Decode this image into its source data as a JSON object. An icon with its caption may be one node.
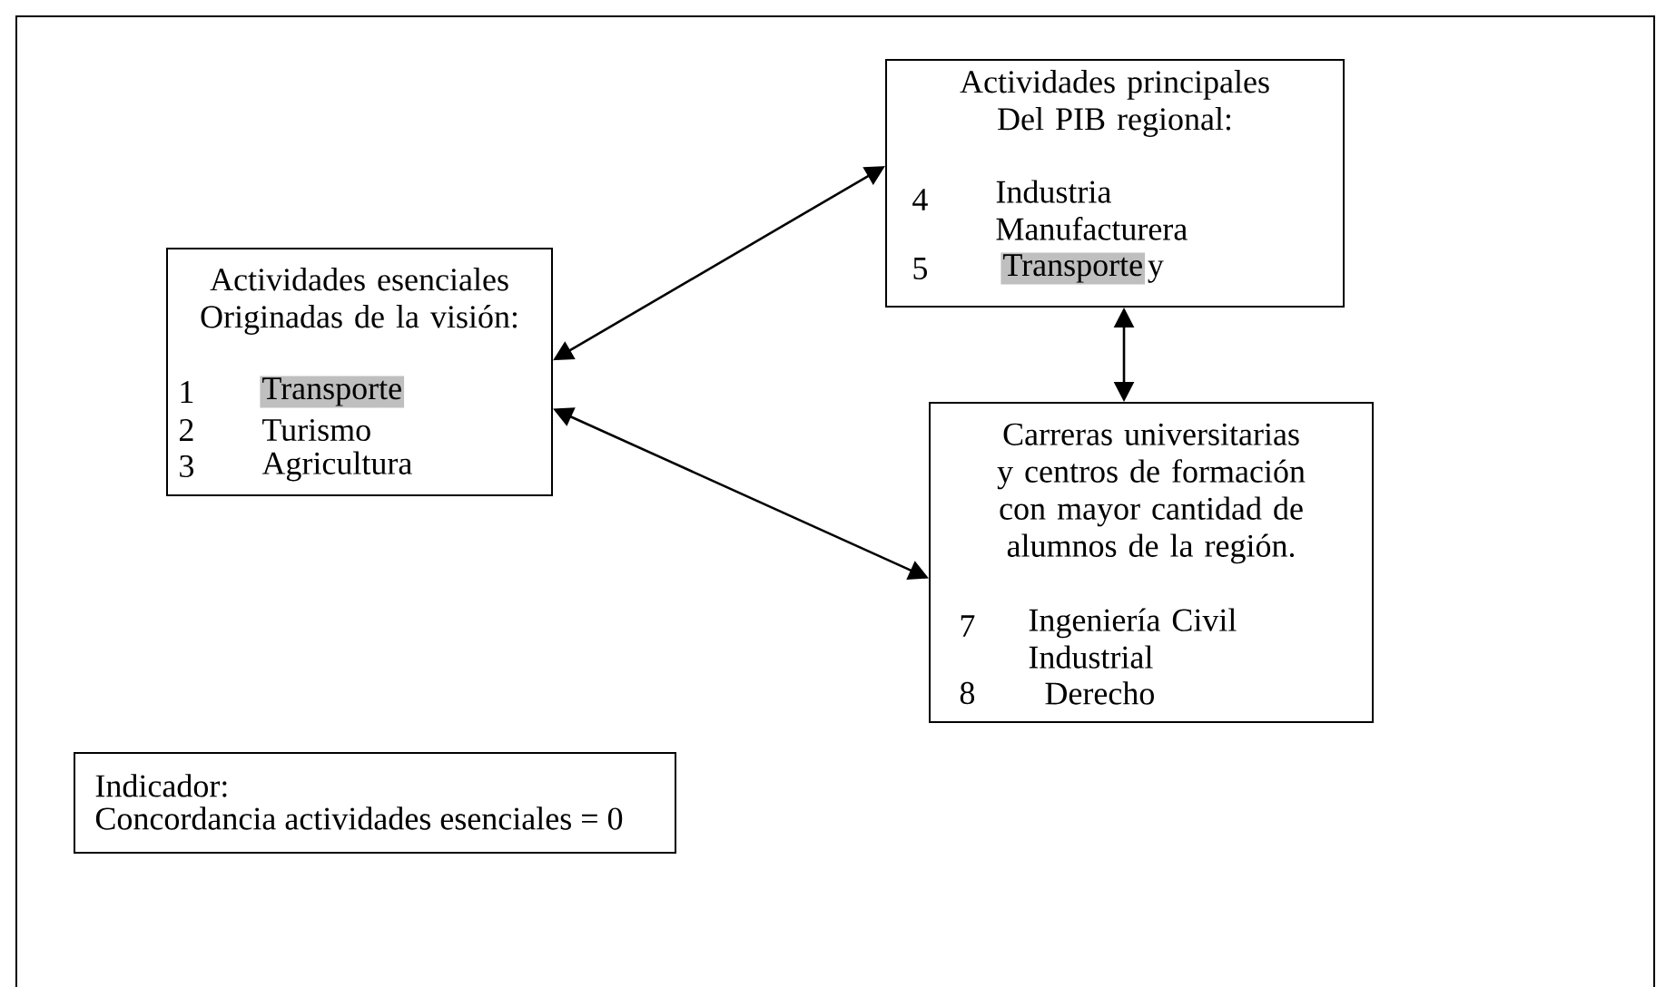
{
  "diagram": {
    "nodes": [
      {
        "text": [
          "Actividades esenciales Originadas de la visión:",
          "1",
          "Transporte",
          "2",
          "Turismo",
          "3",
          "Agricultura"
        ]
      },
      {
        "text": [
          "Actividades principales Del PIB regional:",
          "4",
          "Industria Manufacturera",
          "5",
          "Transporte",
          "y"
        ]
      },
      {
        "text": [
          "Carreras universitarias y centros de formación con mayor cantidad de alumnos de la región.",
          "7",
          "Ingeniería Civil Industrial",
          "8",
          "Derecho"
        ]
      },
      {
        "text": [
          "Indicador:",
          "Concordancia actividades esenciales = 0"
        ]
      }
    ],
    "edges": [
      {
        "from": 0,
        "to": 1,
        "arrow": "both"
      },
      {
        "from": 0,
        "to": 2,
        "arrow": "both"
      },
      {
        "from": 1,
        "to": 2,
        "arrow": "both"
      }
    ]
  }
}
